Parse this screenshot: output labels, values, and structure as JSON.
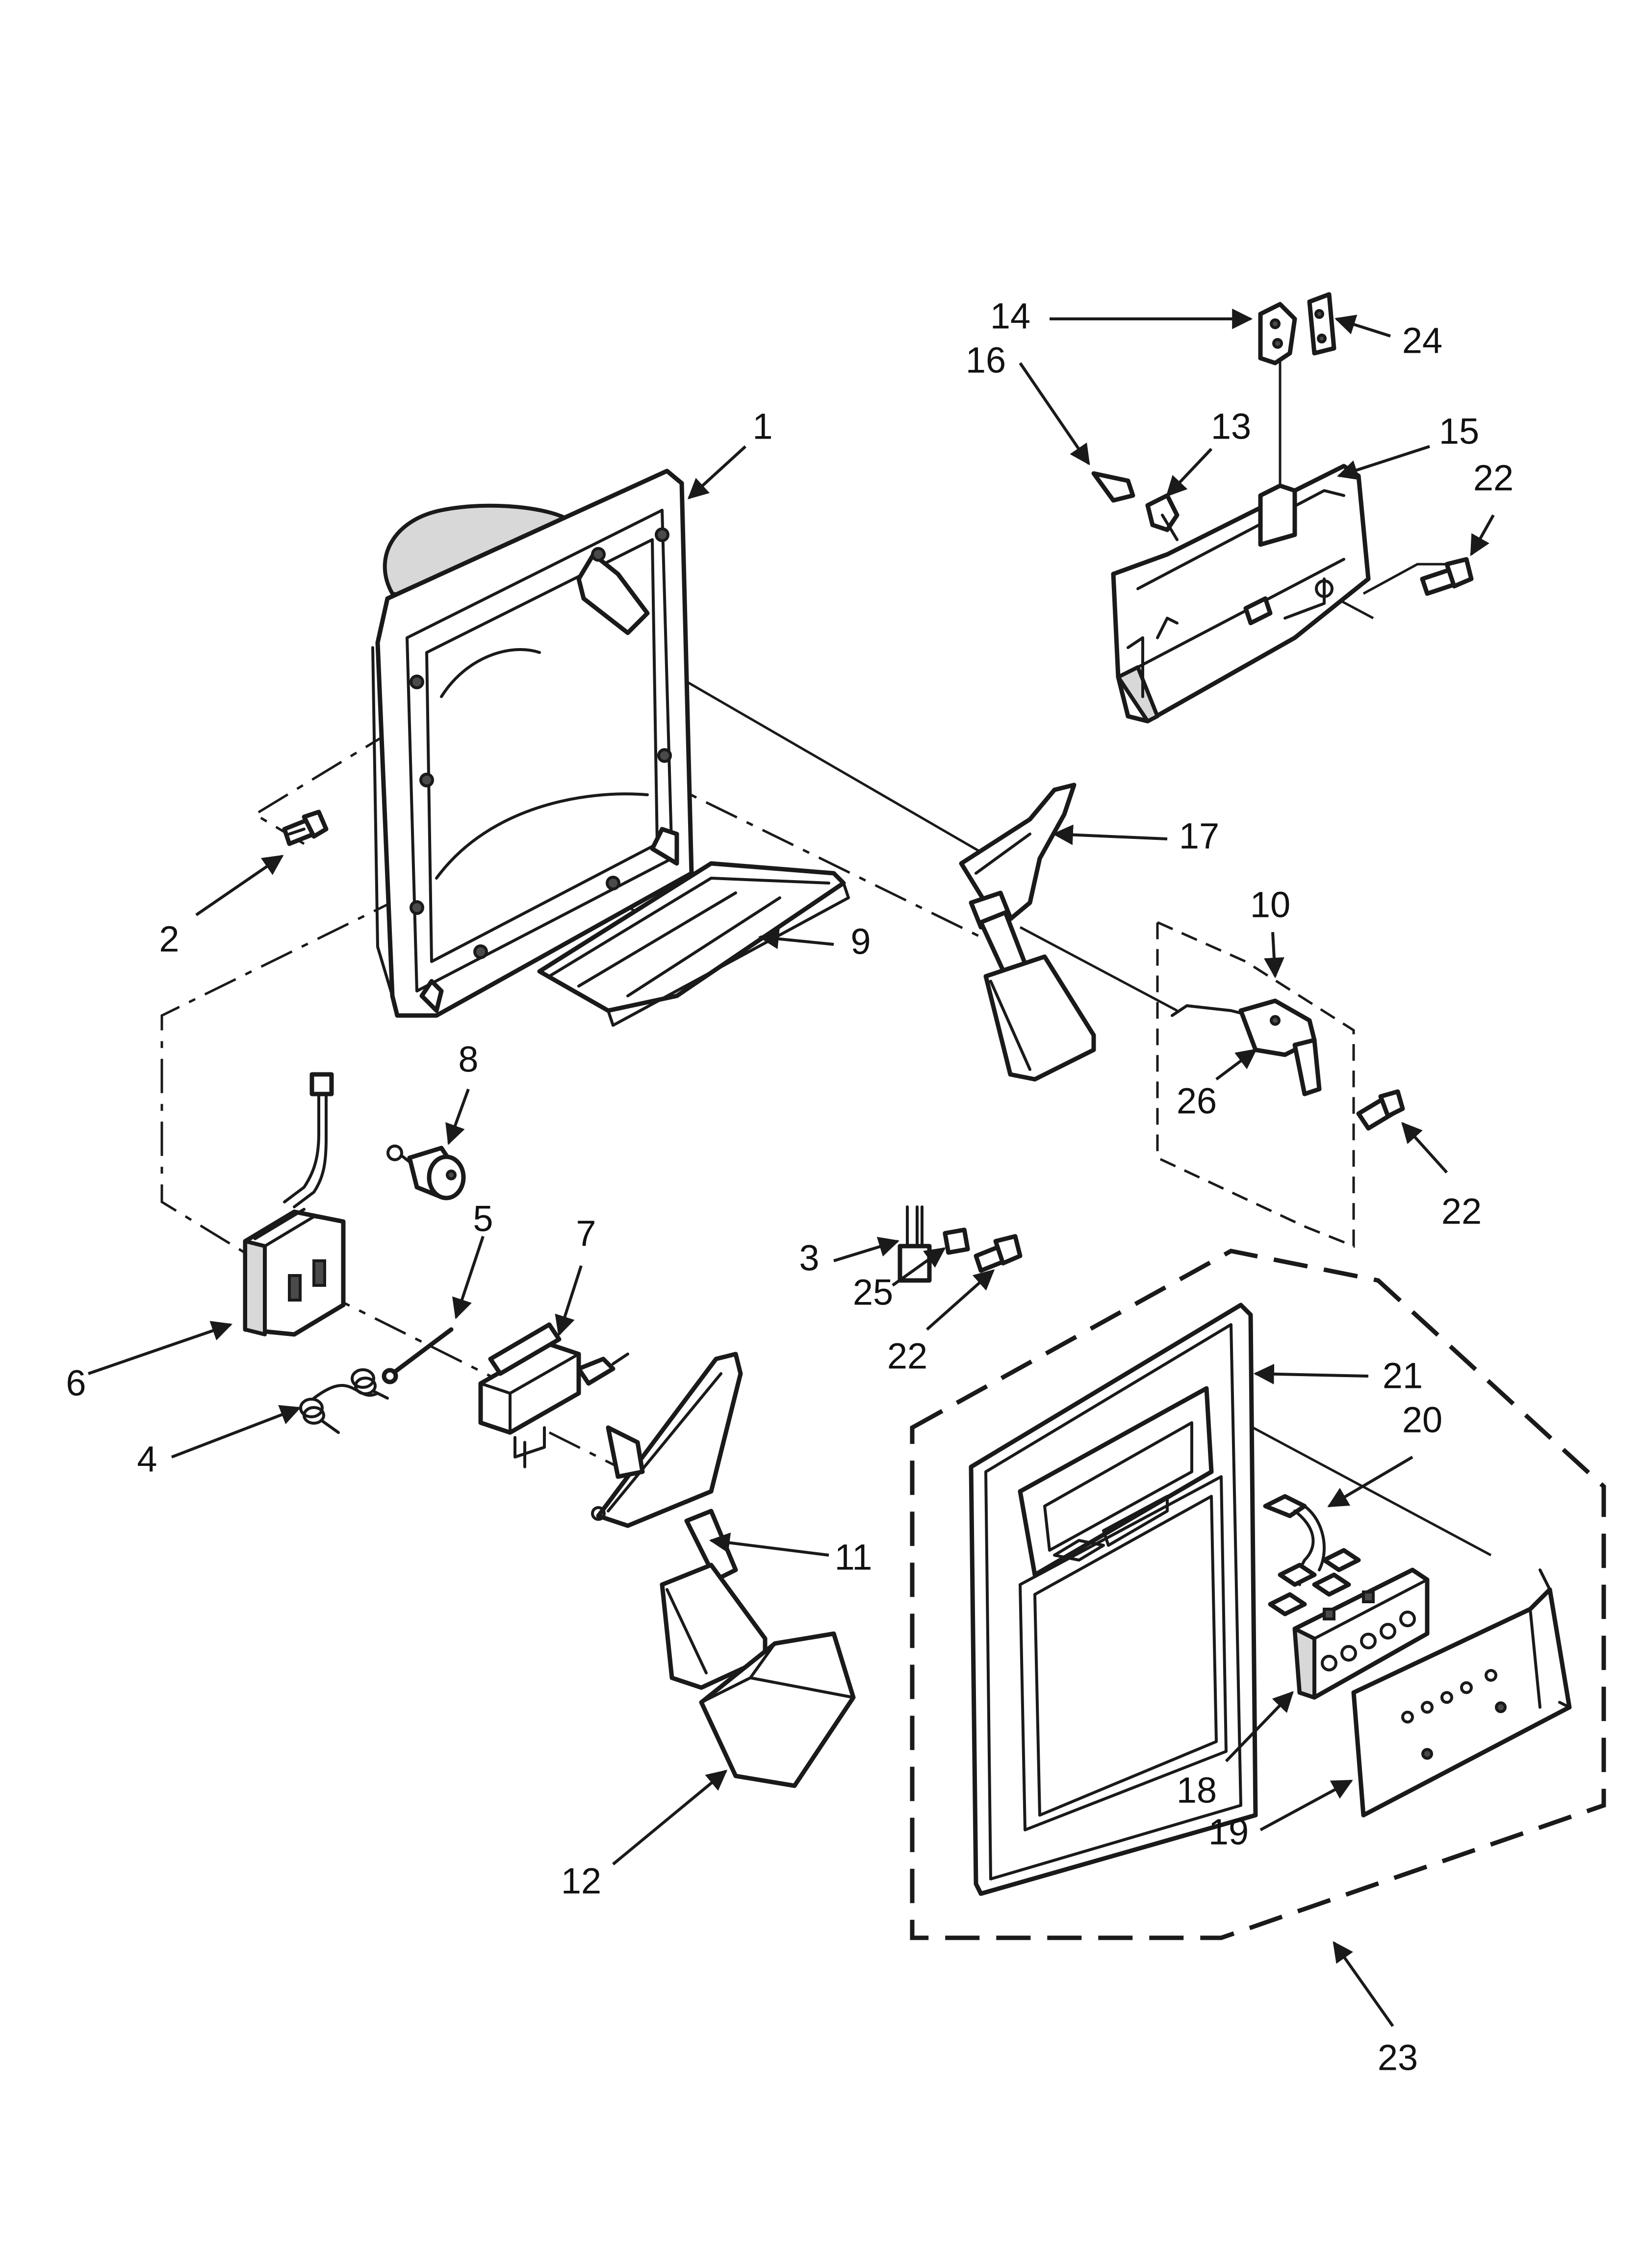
{
  "callouts": {
    "c1": "1",
    "c2": "2",
    "c3": "3",
    "c4": "4",
    "c5": "5",
    "c6": "6",
    "c7": "7",
    "c8": "8",
    "c9": "9",
    "c10": "10",
    "c11": "11",
    "c12": "12",
    "c13": "13",
    "c14": "14",
    "c15": "15",
    "c16": "16",
    "c17": "17",
    "c18": "18",
    "c19": "19",
    "c20": "20",
    "c21": "21",
    "c22a": "22",
    "c22b": "22",
    "c22c": "22",
    "c23": "23",
    "c24": "24",
    "c25": "25",
    "c26": "26"
  },
  "colors": {
    "ink": "#1a1a1a",
    "shade": "#d8d8d8",
    "background": "#ffffff"
  }
}
